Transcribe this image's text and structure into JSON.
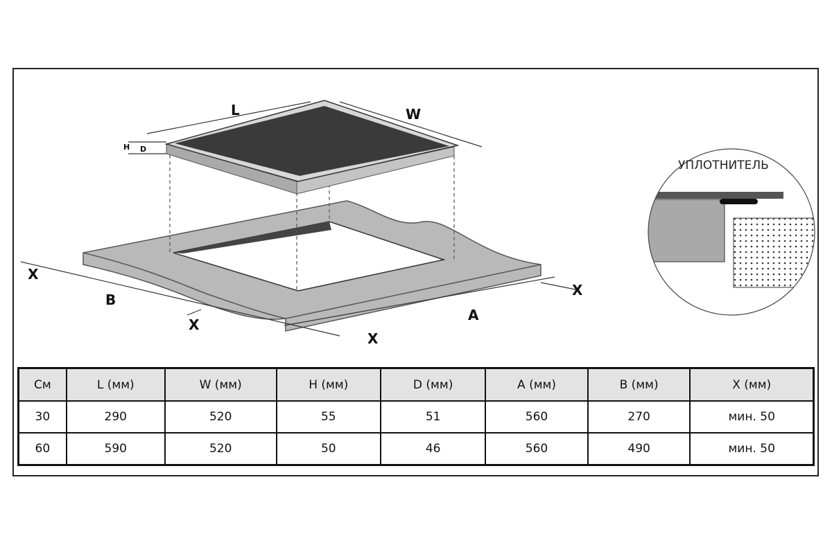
{
  "diagram": {
    "labels": {
      "L": "L",
      "W": "W",
      "H": "H",
      "D": "D",
      "B": "B",
      "A": "A",
      "X1": "X",
      "X2": "X",
      "X3": "X",
      "X4": "X"
    },
    "detail_label": "УПЛОТНИТЕЛЬ"
  },
  "table": {
    "headers": [
      "См",
      "L (мм)",
      "W (мм)",
      "H (мм)",
      "D (мм)",
      "A (мм)",
      "B (мм)",
      "X (мм)"
    ],
    "rows": [
      [
        "30",
        "290",
        "520",
        "55",
        "51",
        "560",
        "270",
        "мин. 50"
      ],
      [
        "60",
        "590",
        "520",
        "50",
        "46",
        "560",
        "490",
        "мин. 50"
      ]
    ]
  }
}
